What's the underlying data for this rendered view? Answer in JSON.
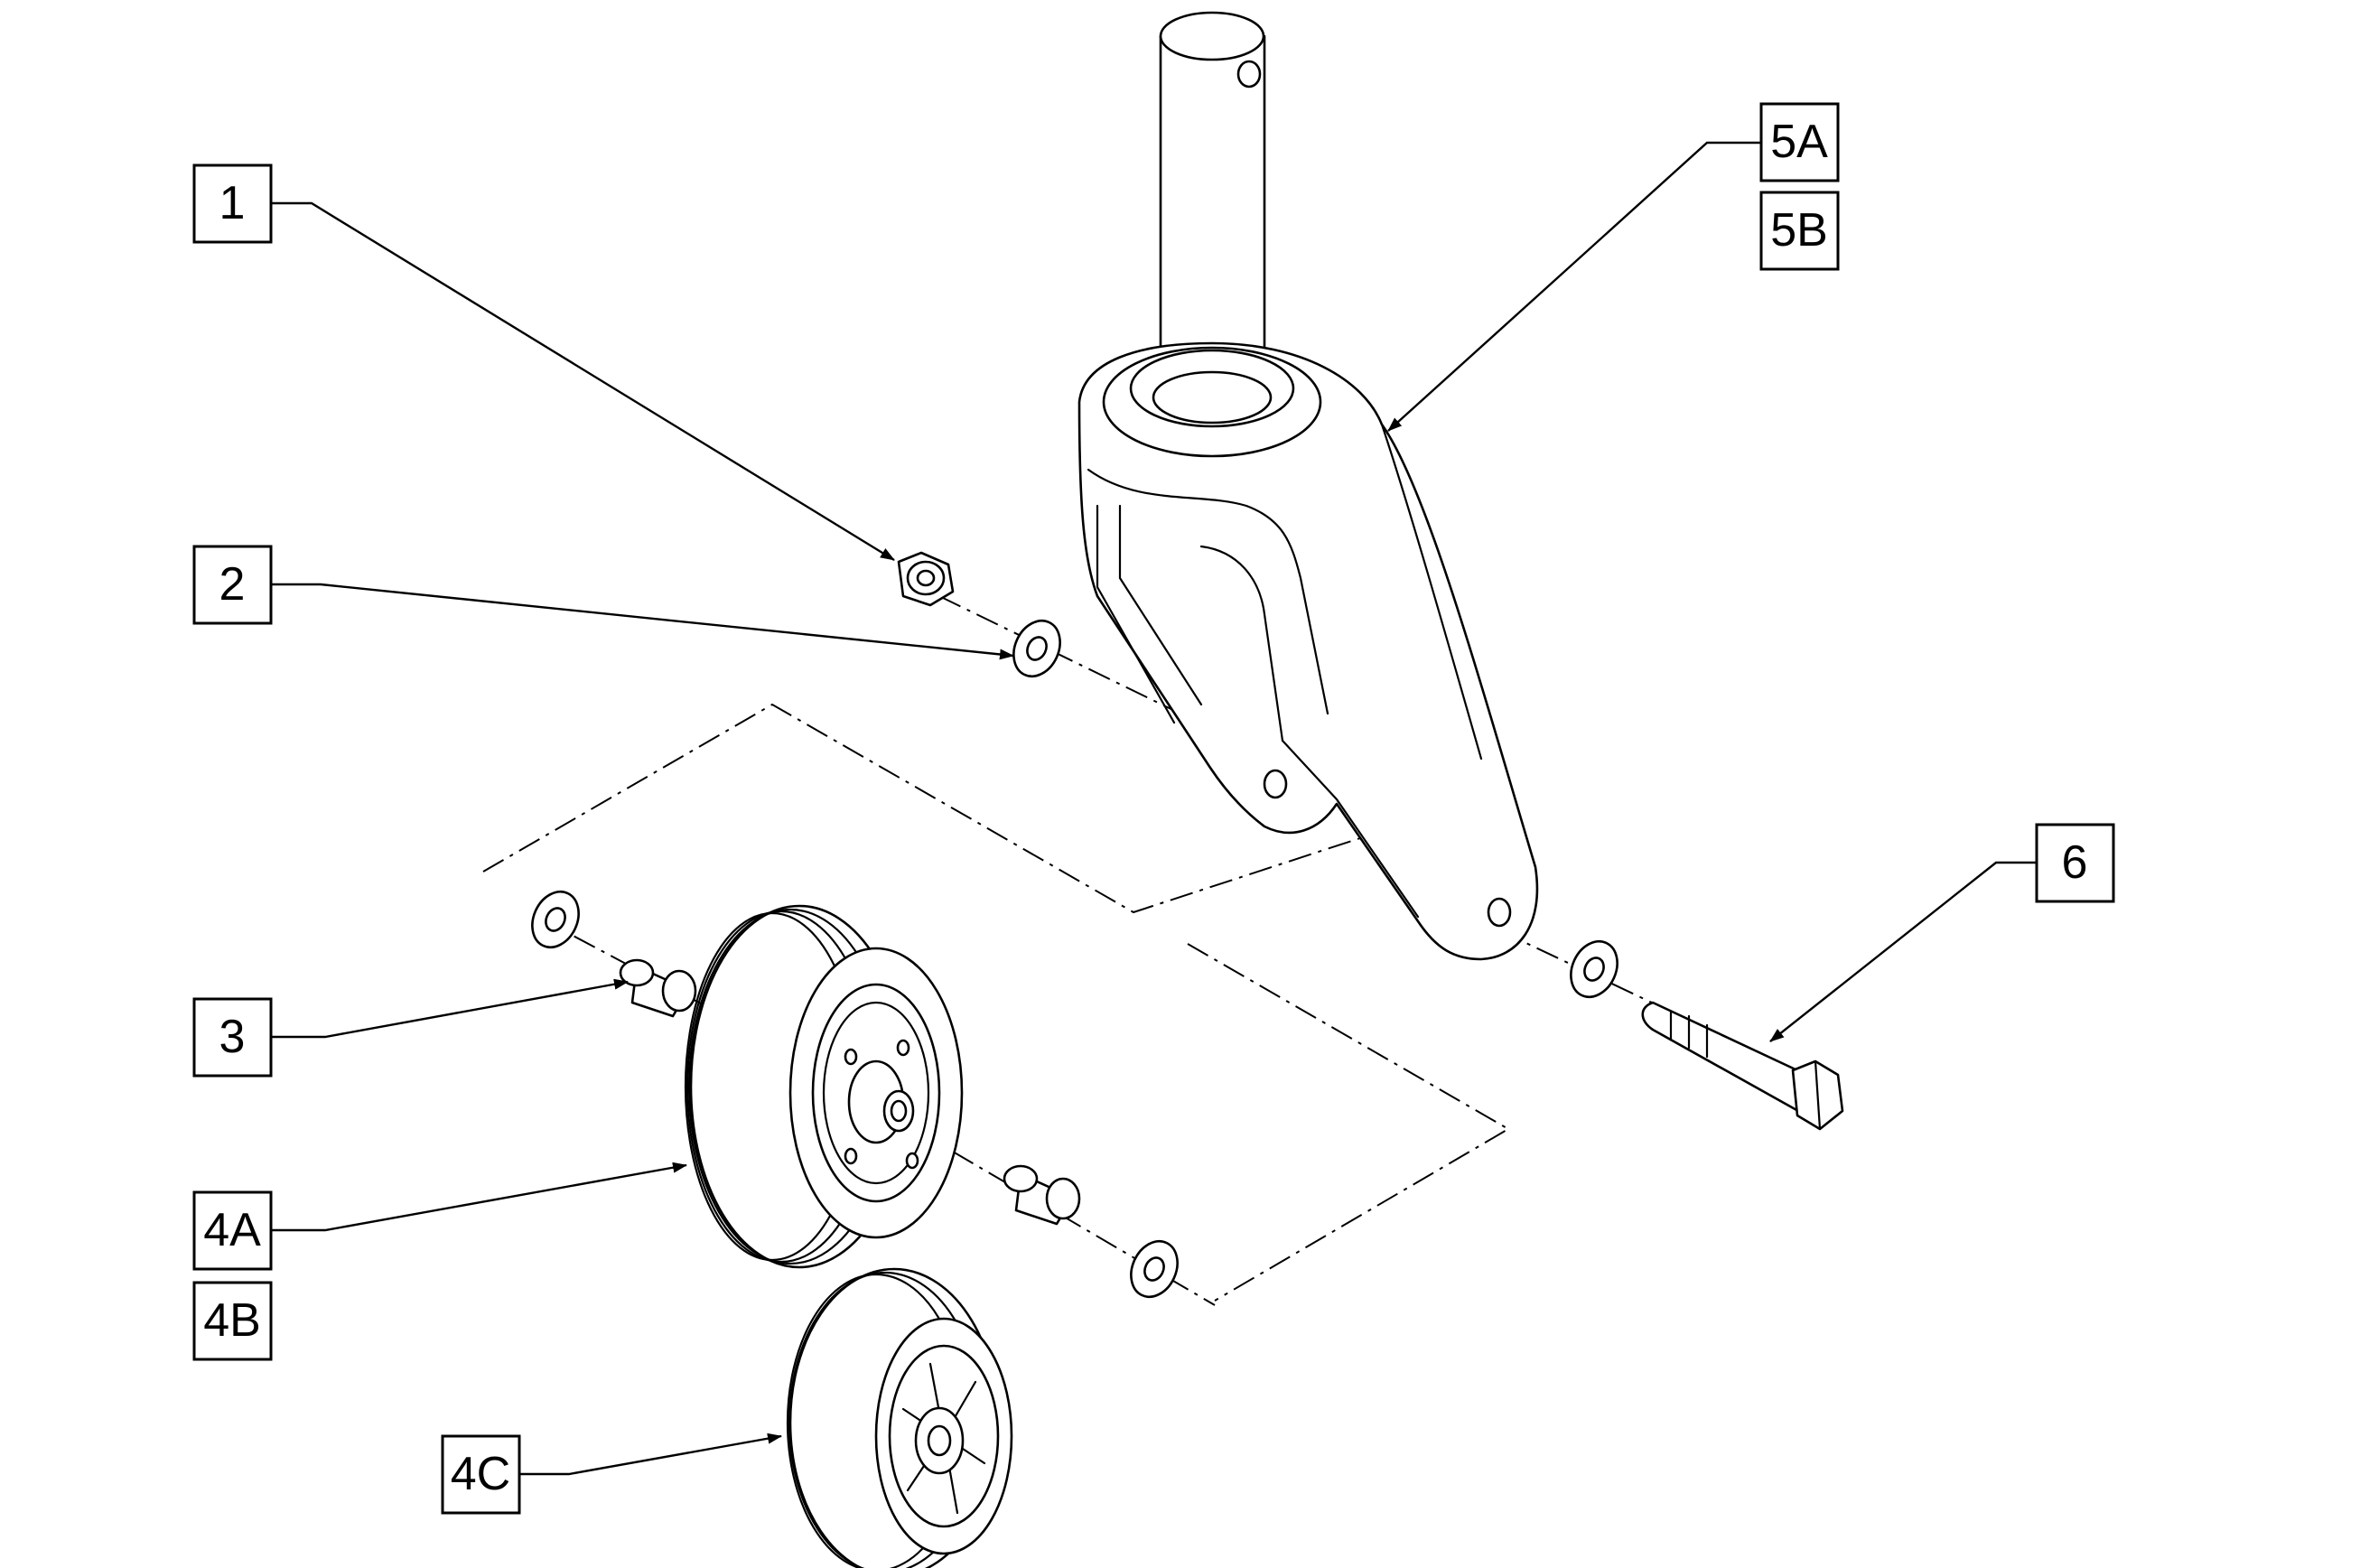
{
  "callouts": {
    "c1": "1",
    "c2": "2",
    "c3": "3",
    "c4a": "4A",
    "c4b": "4B",
    "c4c": "4C",
    "c5a": "5A",
    "c5b": "5B",
    "c6": "6"
  }
}
